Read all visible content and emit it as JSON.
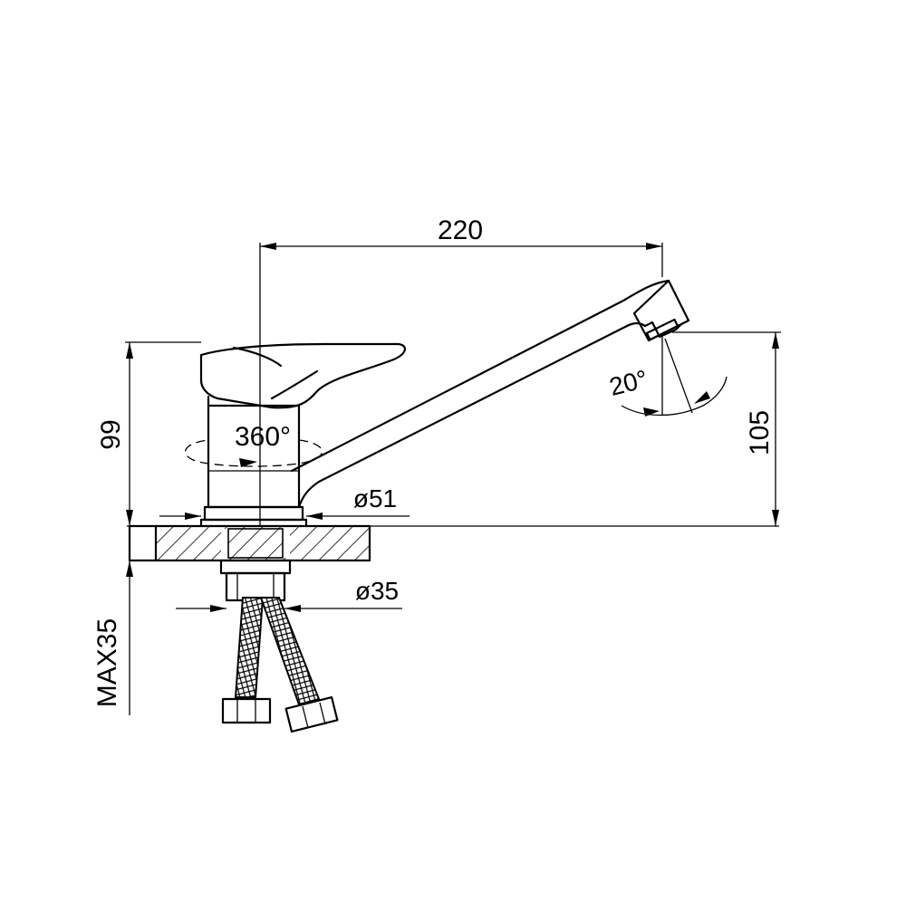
{
  "dimensions": {
    "spout_reach": "220",
    "body_height": "99",
    "spout_height": "105",
    "base_diameter": "ø51",
    "shank_diameter": "ø35",
    "max_thickness": "MAX35"
  },
  "annotations": {
    "rotation": "360°",
    "tilt": "20°"
  }
}
